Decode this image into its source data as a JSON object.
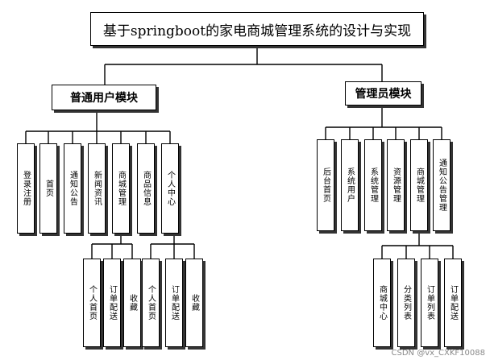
{
  "diagram": {
    "title": "基于springboot的家电商城管理系统的设计与实现",
    "user_module": {
      "label": "普通用户模块",
      "children": [
        "登录注册",
        "首页",
        "通知公告",
        "新闻资讯",
        "商城管理",
        "商品信息",
        "个人中心"
      ],
      "mall_children": [
        "个人首页",
        "订单配送",
        "收藏"
      ],
      "personal_children": [
        "个人首页",
        "订单配送",
        "收藏"
      ]
    },
    "admin_module": {
      "label": "管理员模块",
      "children": [
        "后台首页",
        "系统用户",
        "系统管理",
        "资源管理",
        "商城管理",
        "通知公告管理"
      ],
      "mall_children": [
        "商城中心",
        "分类列表",
        "订单列表",
        "订单配送"
      ]
    }
  },
  "watermark": "CSDN @vx_CXKF10088"
}
